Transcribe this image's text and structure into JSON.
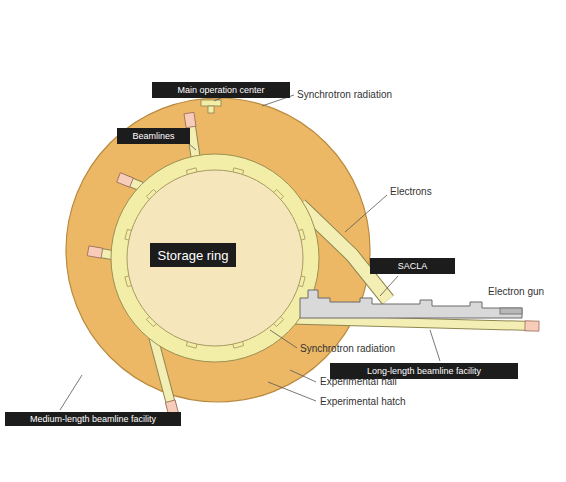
{
  "diagram": {
    "nodes": [
      {
        "text": [
          "Main operation center"
        ]
      },
      {
        "text": [
          "Beamlines"
        ]
      },
      {
        "text": [
          "Storage ring"
        ]
      },
      {
        "text": [
          "SACLA"
        ]
      },
      {
        "text": [
          "Long-length beamline facility"
        ]
      },
      {
        "text": [
          "Medium-length beamline facility"
        ]
      }
    ],
    "labels": [
      "Synchrotron radiation",
      "Electrons",
      "Electron gun",
      "Synchrotron radiation",
      "Experimental hall",
      "Experimental hatch"
    ]
  }
}
